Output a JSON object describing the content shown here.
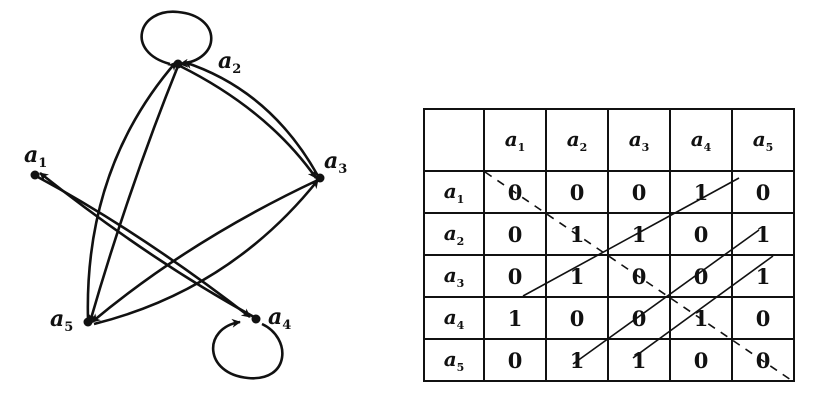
{
  "graph": {
    "nodes": [
      {
        "id": "a1",
        "base": "a",
        "sub": "1"
      },
      {
        "id": "a2",
        "base": "a",
        "sub": "2"
      },
      {
        "id": "a3",
        "base": "a",
        "sub": "3"
      },
      {
        "id": "a4",
        "base": "a",
        "sub": "4"
      },
      {
        "id": "a5",
        "base": "a",
        "sub": "5"
      }
    ],
    "edges": [
      {
        "from": "a2",
        "to": "a2",
        "kind": "loop"
      },
      {
        "from": "a4",
        "to": "a4",
        "kind": "loop"
      },
      {
        "from": "a1",
        "to": "a4"
      },
      {
        "from": "a4",
        "to": "a1"
      },
      {
        "from": "a2",
        "to": "a3"
      },
      {
        "from": "a3",
        "to": "a2"
      },
      {
        "from": "a2",
        "to": "a5"
      },
      {
        "from": "a5",
        "to": "a2"
      },
      {
        "from": "a3",
        "to": "a5"
      },
      {
        "from": "a5",
        "to": "a3"
      }
    ]
  },
  "matrix": {
    "col_headers": [
      {
        "base": "a",
        "sub": "1"
      },
      {
        "base": "a",
        "sub": "2"
      },
      {
        "base": "a",
        "sub": "3"
      },
      {
        "base": "a",
        "sub": "4"
      },
      {
        "base": "a",
        "sub": "5"
      }
    ],
    "row_headers": [
      {
        "base": "a",
        "sub": "1"
      },
      {
        "base": "a",
        "sub": "2"
      },
      {
        "base": "a",
        "sub": "3"
      },
      {
        "base": "a",
        "sub": "4"
      },
      {
        "base": "a",
        "sub": "5"
      }
    ],
    "rows": [
      [
        "0",
        "0",
        "0",
        "1",
        "0"
      ],
      [
        "0",
        "1",
        "1",
        "0",
        "1"
      ],
      [
        "0",
        "1",
        "0",
        "0",
        "1"
      ],
      [
        "1",
        "0",
        "0",
        "1",
        "0"
      ],
      [
        "0",
        "1",
        "1",
        "0",
        "0"
      ]
    ]
  }
}
